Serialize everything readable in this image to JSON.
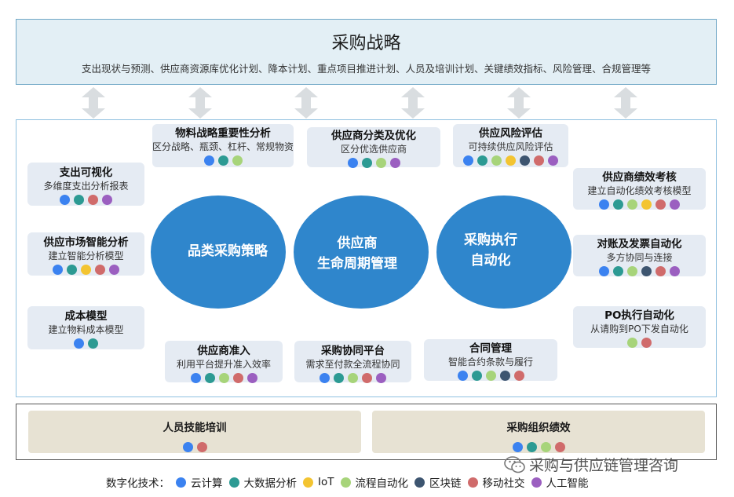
{
  "strategy": {
    "title": "采购战略",
    "desc": "支出现状与预测、供应商资源库优化计划、降本计划、重点项目推进计划、人员及培训计划、关键绩效指标、风险管理、合规管理等"
  },
  "colors": {
    "cloud": "#3b82f0",
    "bigdata": "#2c9a93",
    "iot": "#f3c431",
    "rpa": "#a7d47a",
    "blockchain": "#3d5570",
    "social": "#d06b6b",
    "ai": "#9b5fc0",
    "circle": "#2f86cc",
    "arrow": "#d9dde0"
  },
  "cards": {
    "material": {
      "title": "物料战略重要性分析",
      "sub": "区分战略、瓶颈、杠杆、常规物资",
      "dots": [
        "cloud",
        "bigdata",
        "rpa"
      ]
    },
    "supplier_class": {
      "title": "供应商分类及优化",
      "sub": "区分优选供应商",
      "dots": [
        "cloud",
        "bigdata",
        "rpa",
        "ai"
      ]
    },
    "supplier_risk": {
      "title": "供应风险评估",
      "sub": "可持续供应风险评估",
      "dots": [
        "cloud",
        "bigdata",
        "rpa",
        "iot",
        "blockchain",
        "social",
        "ai"
      ]
    },
    "spend_vis": {
      "title": "支出可视化",
      "sub": "多维度支出分析报表",
      "dots": [
        "cloud",
        "bigdata",
        "social",
        "ai"
      ]
    },
    "market": {
      "title": "供应市场智能分析",
      "sub": "建立智能分析模型",
      "dots": [
        "cloud",
        "bigdata",
        "iot",
        "social",
        "ai"
      ]
    },
    "cost": {
      "title": "成本模型",
      "sub": "建立物料成本模型",
      "dots": [
        "cloud",
        "bigdata"
      ]
    },
    "perf": {
      "title": "供应商绩效考核",
      "sub": "建立自动化绩效考核模型",
      "dots": [
        "cloud",
        "bigdata",
        "rpa",
        "iot",
        "social",
        "ai"
      ]
    },
    "recon": {
      "title": "对账及发票自动化",
      "sub": "多方协同与连接",
      "dots": [
        "cloud",
        "bigdata",
        "rpa",
        "blockchain",
        "social",
        "ai"
      ]
    },
    "po": {
      "title": "PO执行自动化",
      "sub": "从请购到PO下发自动化",
      "dots": [
        "rpa",
        "social"
      ]
    },
    "admission": {
      "title": "供应商准入",
      "sub": "利用平台提升准入效率",
      "dots": [
        "cloud",
        "bigdata",
        "rpa",
        "social",
        "ai"
      ]
    },
    "collab": {
      "title": "采购协同平台",
      "sub": "需求至付款全流程协同",
      "dots": [
        "cloud",
        "bigdata",
        "rpa",
        "social",
        "ai"
      ]
    },
    "contract": {
      "title": "合同管理",
      "sub": "智能合约条款与履行",
      "dots": [
        "cloud",
        "bigdata",
        "rpa",
        "blockchain",
        "social"
      ]
    }
  },
  "circles": {
    "left": "品类采购策略",
    "middle_line1": "供应商",
    "middle_line2": "生命周期管理",
    "right_line1": "采购执行",
    "right_line2": "自动化"
  },
  "bottom": {
    "training": {
      "title": "人员技能培训",
      "dots": [
        "cloud",
        "social"
      ]
    },
    "org": {
      "title": "采购组织绩效",
      "dots": [
        "cloud",
        "bigdata",
        "rpa",
        "social"
      ]
    }
  },
  "legend": {
    "prefix": "数字化技术：",
    "items": [
      {
        "key": "cloud",
        "label": "云计算"
      },
      {
        "key": "bigdata",
        "label": "大数据分析"
      },
      {
        "key": "iot",
        "label": "IoT"
      },
      {
        "key": "rpa",
        "label": "流程自动化"
      },
      {
        "key": "blockchain",
        "label": "区块链"
      },
      {
        "key": "social",
        "label": "移动社交"
      },
      {
        "key": "ai",
        "label": "人工智能"
      }
    ]
  },
  "watermark": "采购与供应链管理咨询"
}
